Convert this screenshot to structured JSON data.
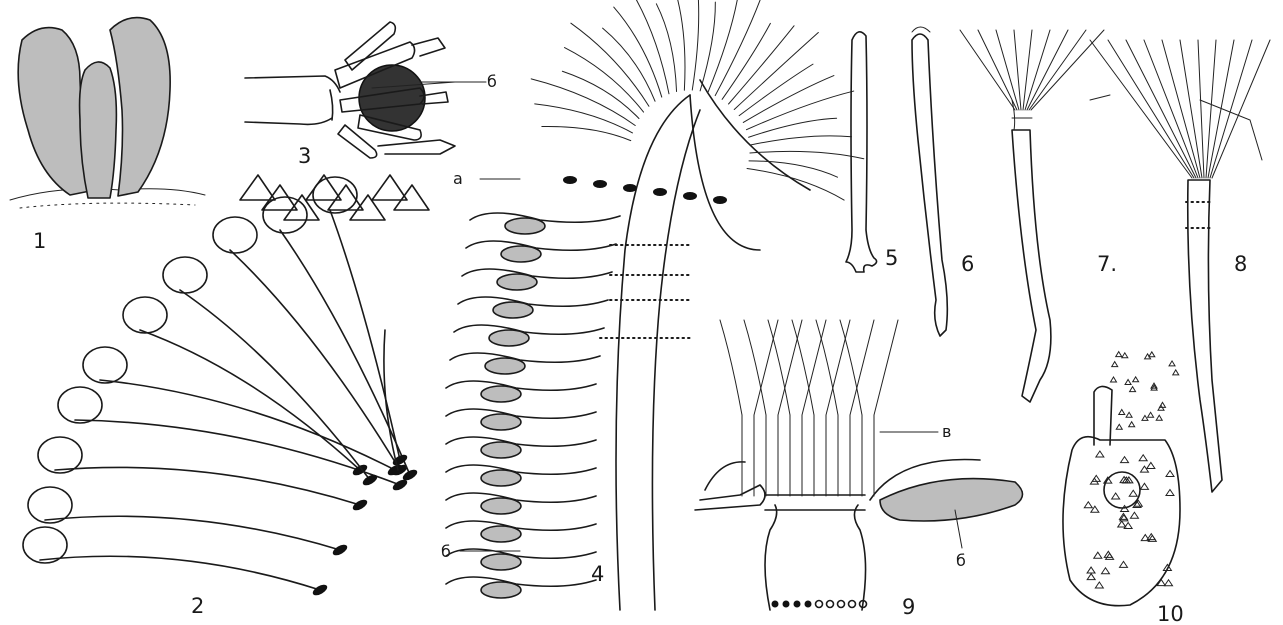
{
  "figures": [
    {
      "id": "1",
      "label": "1"
    },
    {
      "id": "2",
      "label": "2"
    },
    {
      "id": "3",
      "label": "3"
    },
    {
      "id": "4",
      "label": "4"
    },
    {
      "id": "5",
      "label": "5"
    },
    {
      "id": "6",
      "label": "6"
    },
    {
      "id": "7",
      "label": "7."
    },
    {
      "id": "8",
      "label": "8"
    },
    {
      "id": "9",
      "label": "9"
    },
    {
      "id": "10",
      "label": "10"
    }
  ],
  "letters": {
    "fig3_b": "б",
    "fig4_a": "а",
    "fig4_b": "б",
    "fig9_v": "в",
    "fig9_b": "б"
  },
  "colors": {
    "ink": "#1a1a1a",
    "background": "#ffffff",
    "stipple": "#bdbdbd"
  }
}
